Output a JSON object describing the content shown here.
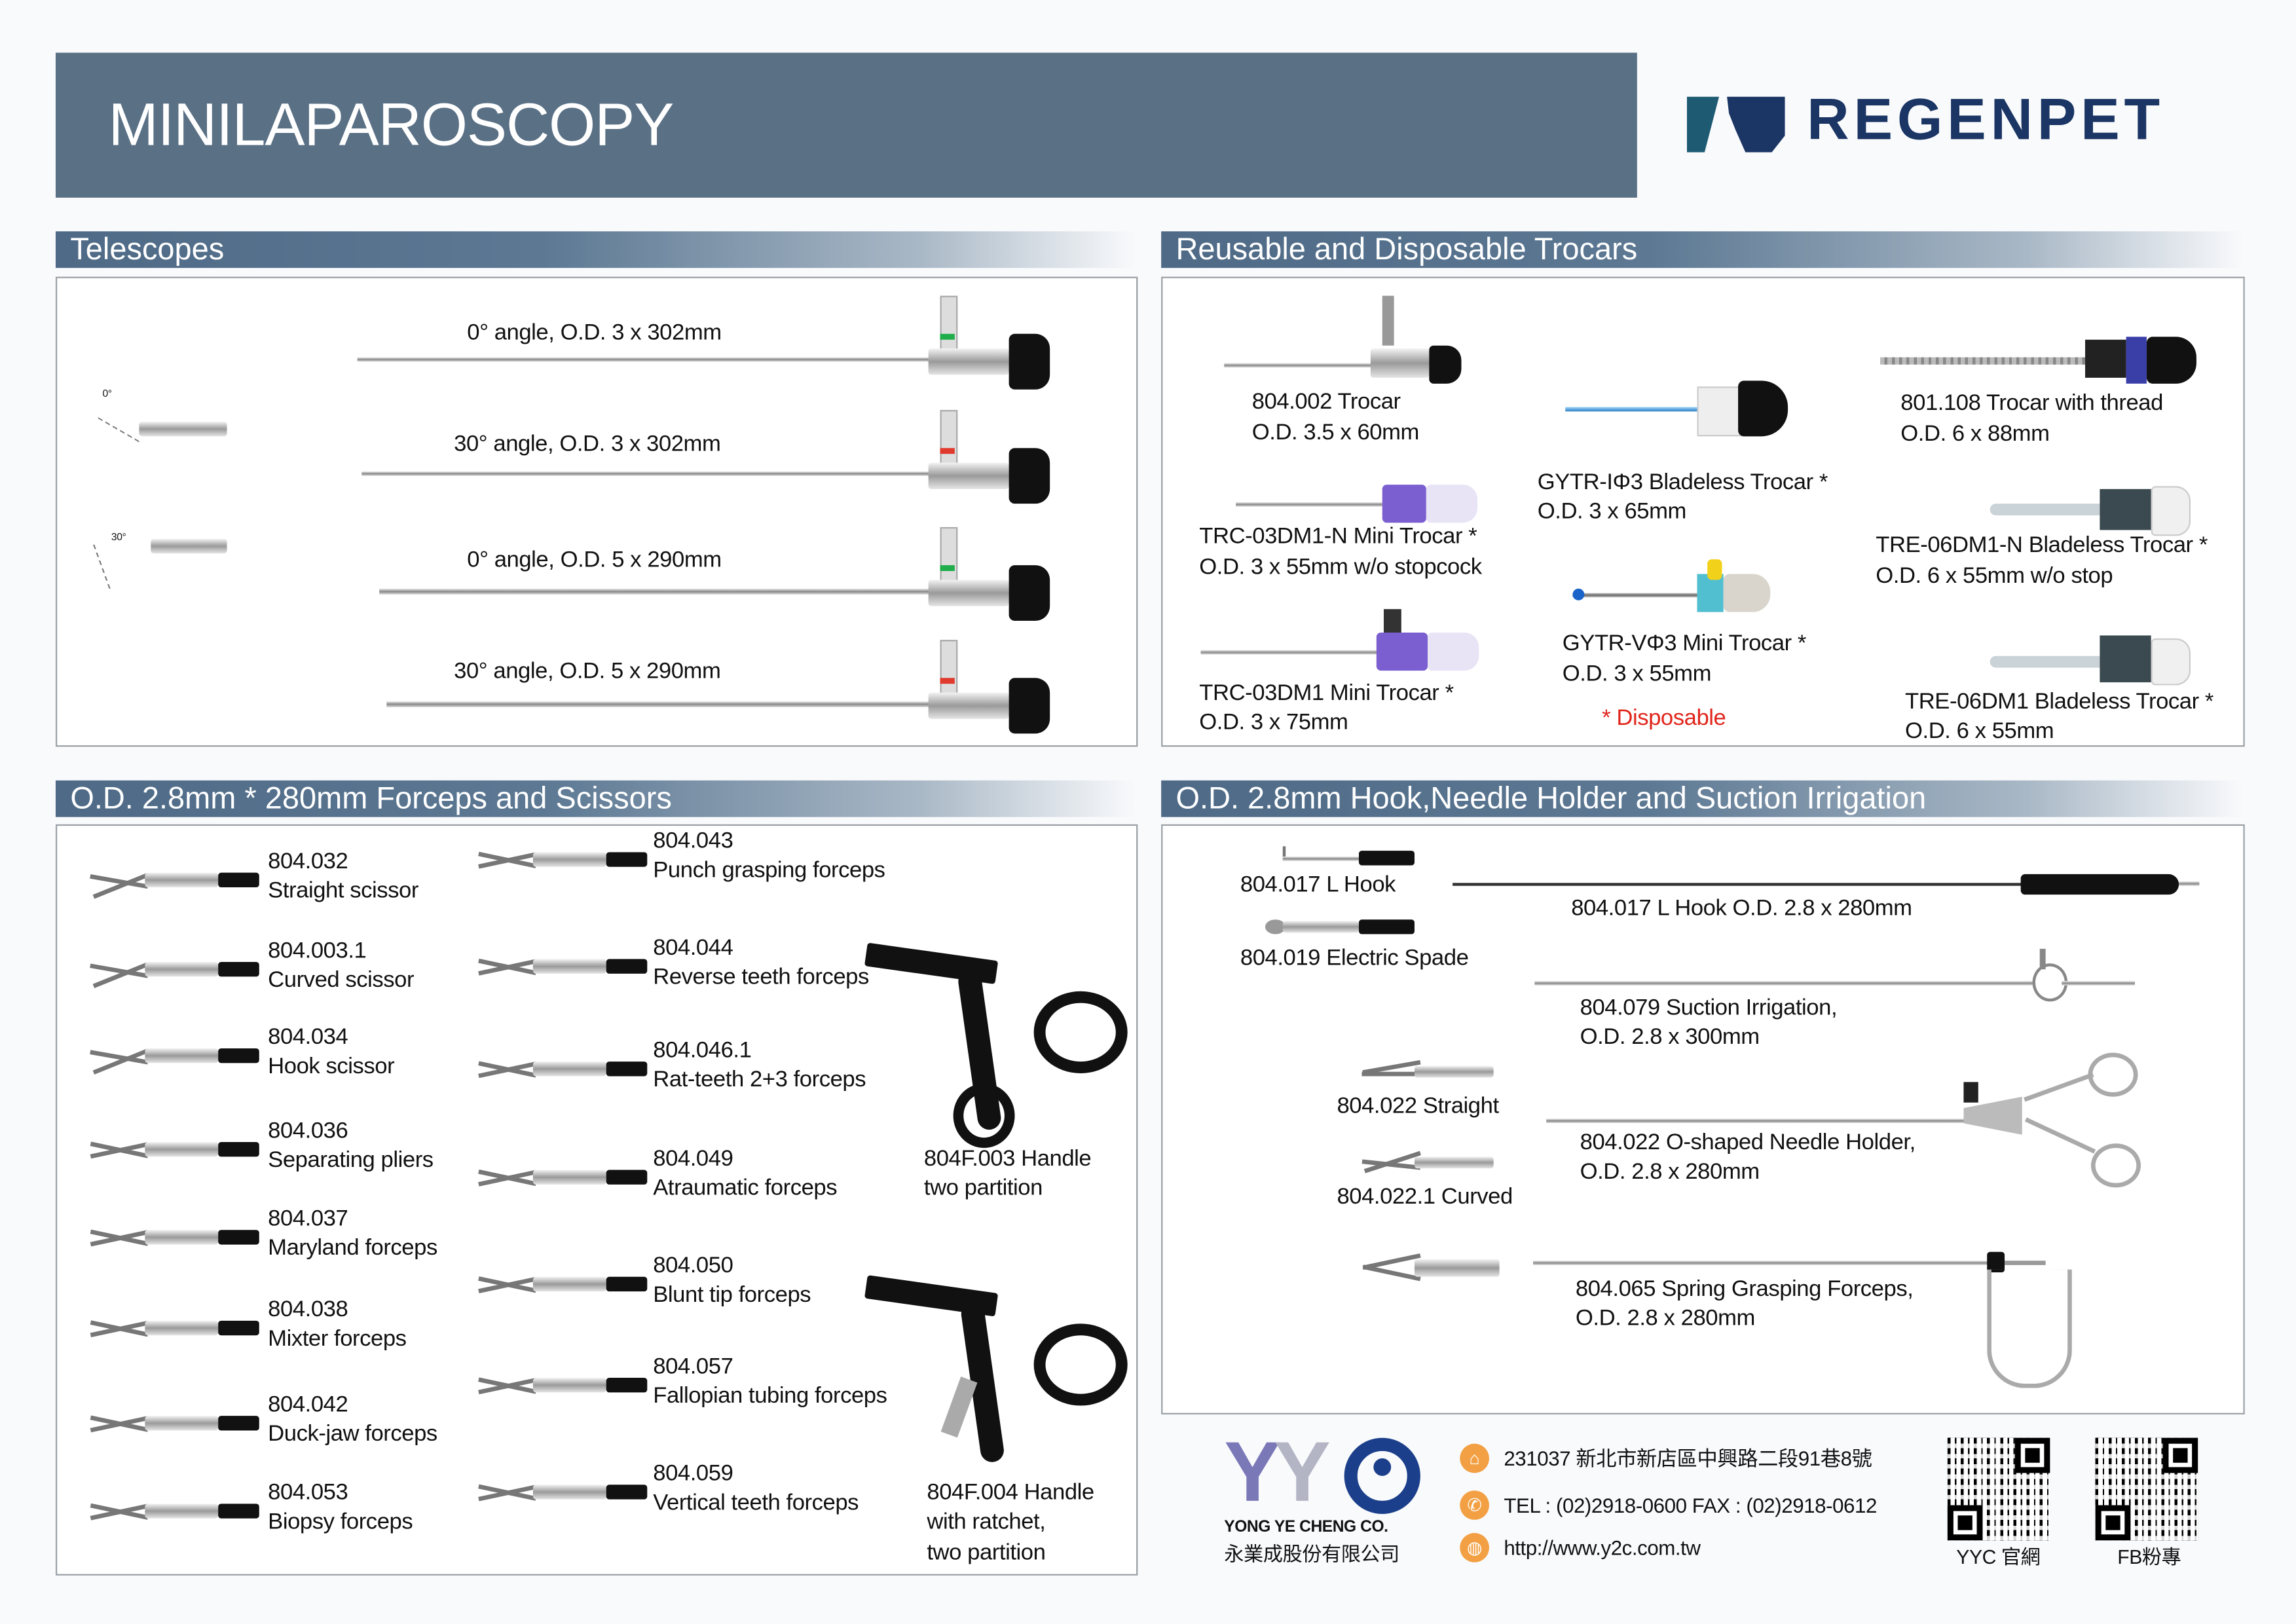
{
  "header": {
    "title": "MINILAPAROSCOPY",
    "brand": "REGENPET"
  },
  "colors": {
    "header_bg": "#5a7085",
    "brand_dark": "#1b3564",
    "brand_teal": "#1e5a72",
    "disposable": "#e1251b",
    "footer_icon": "#f2a043"
  },
  "telescopes": {
    "title": "Telescopes",
    "diagram_labels": [
      "0°",
      "30°"
    ],
    "items": [
      {
        "label": "0° angle, O.D. 3 x 302mm"
      },
      {
        "label": "30° angle, O.D. 3 x 302mm"
      },
      {
        "label": "0° angle, O.D. 5 x 290mm"
      },
      {
        "label": "30°  angle, O.D. 5 x 290mm"
      }
    ]
  },
  "trocars": {
    "title": "Reusable and Disposable Trocars",
    "items": [
      {
        "name": "804.002 Trocar",
        "size": "O.D. 3.5 x 60mm"
      },
      {
        "name": "GYTR-IΦ3 Bladeless Trocar *",
        "size": "O.D. 3 x 65mm"
      },
      {
        "name": "801.108 Trocar with thread",
        "size": "O.D. 6 x 88mm"
      },
      {
        "name": "TRC-03DM1-N Mini Trocar *",
        "size": "O.D. 3 x 55mm w/o stopcock"
      },
      {
        "name": "TRE-06DM1-N  Bladeless Trocar *",
        "size": "O.D. 6 x 55mm w/o stop"
      },
      {
        "name": "GYTR-VΦ3 Mini Trocar *",
        "size": "O.D. 3 x 55mm"
      },
      {
        "name": "TRC-03DM1 Mini Trocar *",
        "size": "O.D. 3 x 75mm"
      },
      {
        "name": "TRE-06DM1 Bladeless Trocar *",
        "size": "O.D. 6 x 55mm"
      }
    ],
    "disposable_note": "* Disposable"
  },
  "forceps": {
    "title": "O.D. 2.8mm * 280mm Forceps and Scissors",
    "left": [
      {
        "code": "804.032",
        "name": "Straight scissor"
      },
      {
        "code": "804.003.1",
        "name": "Curved scissor"
      },
      {
        "code": "804.034",
        "name": "Hook scissor"
      },
      {
        "code": "804.036",
        "name": "Separating pliers"
      },
      {
        "code": "804.037",
        "name": "Maryland forceps"
      },
      {
        "code": "804.038",
        "name": "Mixter forceps"
      },
      {
        "code": "804.042",
        "name": "Duck-jaw forceps"
      },
      {
        "code": "804.053",
        "name": "Biopsy forceps"
      }
    ],
    "middle": [
      {
        "code": "804.043",
        "name": "Punch grasping forceps"
      },
      {
        "code": "804.044",
        "name": "Reverse teeth forceps"
      },
      {
        "code": "804.046.1",
        "name": "Rat-teeth 2+3 forceps"
      },
      {
        "code": "804.049",
        "name": "Atraumatic forceps"
      },
      {
        "code": "804.050",
        "name": "Blunt tip forceps"
      },
      {
        "code": "804.057",
        "name": "Fallopian tubing forceps"
      },
      {
        "code": "804.059",
        "name": "Vertical teeth forceps"
      }
    ],
    "handles": [
      {
        "lines": [
          "804F.003 Handle",
          "two partition"
        ]
      },
      {
        "lines": [
          "804F.004 Handle",
          "with ratchet,",
          "two partition"
        ]
      }
    ]
  },
  "hooks": {
    "title": "O.D. 2.8mm Hook,Needle Holder and Suction Irrigation",
    "tips": [
      "804.017 L Hook",
      "804.019 Electric Spade",
      "804.022 Straight",
      "804.022.1 Curved"
    ],
    "items": [
      {
        "lines": [
          "804.017 L Hook O.D. 2.8 x 280mm"
        ]
      },
      {
        "lines": [
          "804.079 Suction Irrigation,",
          "O.D. 2.8 x 300mm"
        ]
      },
      {
        "lines": [
          "804.022 O-shaped Needle Holder,",
          "O.D. 2.8 x 280mm"
        ]
      },
      {
        "lines": [
          "804.065 Spring Grasping Forceps,",
          "O.D. 2.8 x 280mm"
        ]
      }
    ]
  },
  "footer": {
    "logo": "YYC",
    "company_en": "YONG YE CHENG CO.",
    "company_zh": "永業成股份有限公司",
    "address": "231037 新北市新店區中興路二段91巷8號",
    "phone": "TEL : (02)2918-0600   FAX : (02)2918-0612",
    "website": "http://www.y2c.com.tw",
    "qr_labels": [
      "YYC 官網",
      "FB粉專"
    ]
  }
}
